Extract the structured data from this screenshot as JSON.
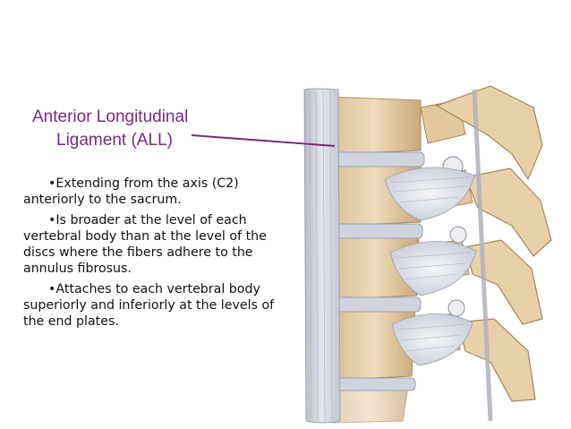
{
  "label": {
    "line1": "Anterior Longitudinal",
    "line2": "Ligament (ALL)",
    "color": "#7a2a7f"
  },
  "bullets": [
    "•Extending from the axis (C2) anteriorly to the sacrum.",
    "•Is   broader at the level of each vertebral body than at the level of the discs where the fibers adhere to the annulus fibrosus.",
    "•Attaches to each vertebral body superiorly and inferiorly at the levels of the end plates."
  ],
  "illustration": {
    "subject": "spine-ligament-anatomy-illustration",
    "ligament_color": "#c9ccd6",
    "bone_color": "#e6cfa9",
    "disc_color": "#d2d6e0"
  }
}
